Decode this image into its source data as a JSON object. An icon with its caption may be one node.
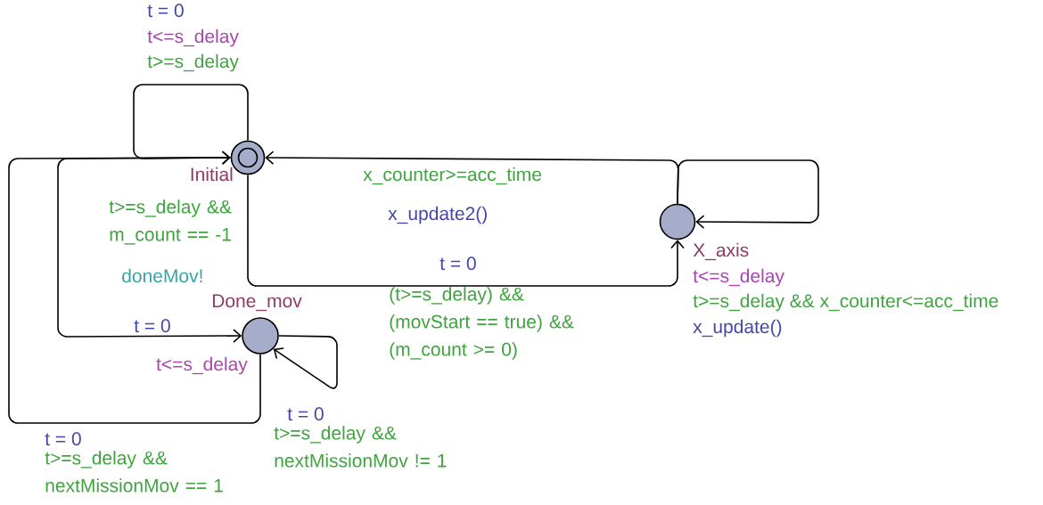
{
  "diagram": {
    "nodes": [
      {
        "text": [],
        "shape": "circle",
        "beside": [
          "Initial"
        ]
      },
      {
        "text": [],
        "shape": "circle",
        "beside": [
          "X_axis",
          "t<=s_delay"
        ]
      },
      {
        "text": [],
        "shape": "circle",
        "beside": [
          "Done_mov",
          "t<=s_delay"
        ]
      }
    ],
    "edges": [
      {
        "from": 0,
        "to": 0,
        "arrow": "to",
        "label": "t>=s_delay"
      },
      {
        "from": 1,
        "to": 0,
        "arrow": "to",
        "label": "x_counter>=acc_time"
      },
      {
        "from": 0,
        "to": 1,
        "arrow": "to",
        "label": "(t>=s_delay) && (movStart == true) && (m_count >= 0)"
      },
      {
        "from": 1,
        "to": 1,
        "arrow": "to"
      },
      {
        "from": 0,
        "to": 2,
        "arrow": "to",
        "label": "t>=s_delay && m_count == -1"
      },
      {
        "from": 2,
        "to": 2,
        "arrow": "to",
        "label": "t>=s_delay && nextMissionMov != 1"
      },
      {
        "from": 2,
        "to": 0,
        "arrow": "to",
        "label": "t>=s_delay && nextMissionMov == 1"
      }
    ],
    "labels": [
      "t = 0",
      "t<=s_delay",
      "x_update2()",
      "t = 0",
      "doneMov!",
      "t>=s_delay && x_counter<=acc_time",
      "t = 0",
      "x_update()",
      "t = 0",
      "t = 0"
    ]
  }
}
